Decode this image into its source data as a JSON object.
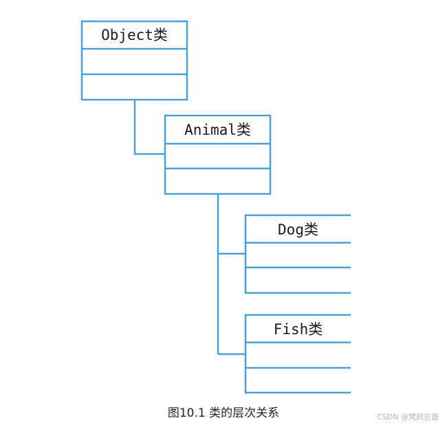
{
  "diagram": {
    "classes": [
      {
        "id": "object",
        "name": "Object类"
      },
      {
        "id": "animal",
        "name": "Animal类"
      },
      {
        "id": "dog",
        "name": "Dog类"
      },
      {
        "id": "fish",
        "name": "Fish类"
      }
    ],
    "caption": "图10.1 类的层次关系",
    "colors": {
      "line": "#4a9fd5",
      "text": "#1a1a1a"
    }
  },
  "watermark": "CSDN @梵刹古音"
}
